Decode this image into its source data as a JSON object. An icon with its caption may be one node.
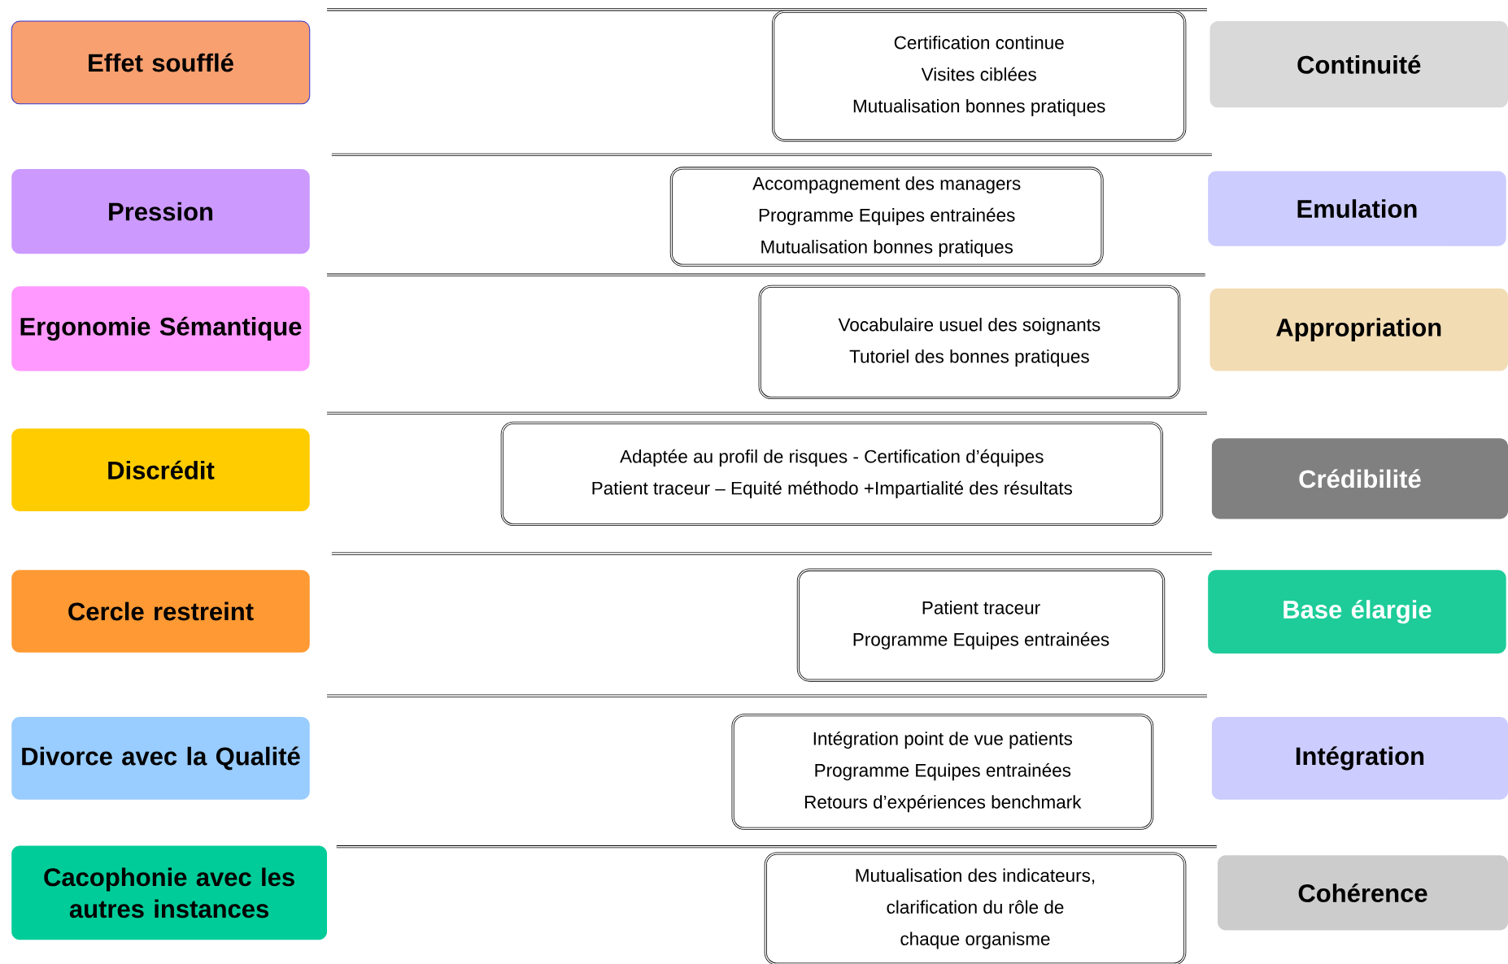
{
  "diagram": {
    "nodes": [
      {
        "text": [
          "Effet soufflé"
        ]
      },
      {
        "text": [
          "Certification continue",
          "Visites ciblées",
          "Mutualisation bonnes pratiques"
        ]
      },
      {
        "text": [
          "Continuité"
        ]
      },
      {
        "text": [
          "Pression"
        ]
      },
      {
        "text": [
          "Accompagnement des managers",
          "Programme Equipes entrainées",
          "Mutualisation bonnes pratiques"
        ]
      },
      {
        "text": [
          "Emulation"
        ]
      },
      {
        "text": [
          "Ergonomie Sémantique"
        ]
      },
      {
        "text": [
          "Vocabulaire usuel des soignants",
          "Tutoriel des bonnes pratiques"
        ]
      },
      {
        "text": [
          "Appropriation"
        ]
      },
      {
        "text": [
          "Discrédit"
        ]
      },
      {
        "text": [
          "Adaptée au profil de risques - Certification d’équipes",
          "Patient traceur – Equité méthodo +Impartialité des résultats"
        ]
      },
      {
        "text": [
          "Crédibilité"
        ]
      },
      {
        "text": [
          "Cercle restreint"
        ]
      },
      {
        "text": [
          "Patient traceur",
          "Programme Equipes entrainées"
        ]
      },
      {
        "text": [
          "Base élargie"
        ]
      },
      {
        "text": [
          "Divorce avec la Qualité"
        ]
      },
      {
        "text": [
          "Intégration point de vue patients",
          "Programme Equipes entrainées",
          "Retours d’expériences benchmark"
        ]
      },
      {
        "text": [
          "Intégration"
        ]
      },
      {
        "text": [
          "Cacophonie avec les autres instances"
        ]
      },
      {
        "text": [
          "Mutualisation des indicateurs,",
          "clarification du rôle de",
          "chaque organisme"
        ]
      },
      {
        "text": [
          "Cohérence"
        ]
      }
    ]
  }
}
